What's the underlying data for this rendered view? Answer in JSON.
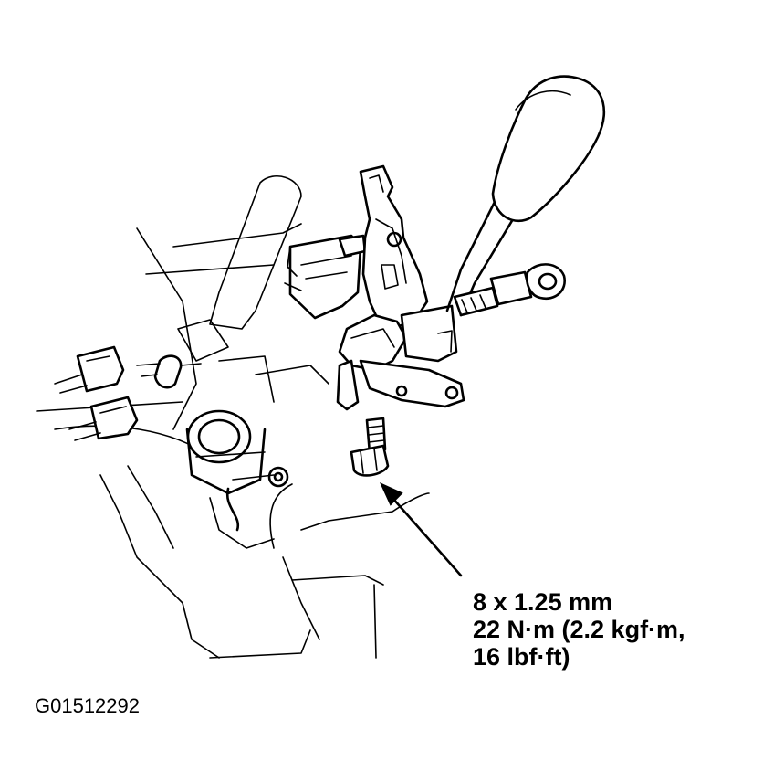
{
  "callout": {
    "size": "8 x 1.25 mm",
    "torque_line1": "22 N·m (2.2 kgf·m,",
    "torque_line2": "16 lbf·ft)"
  },
  "figure_code": "G01512292",
  "colors": {
    "ink": "#000000",
    "paper": "#ffffff"
  }
}
